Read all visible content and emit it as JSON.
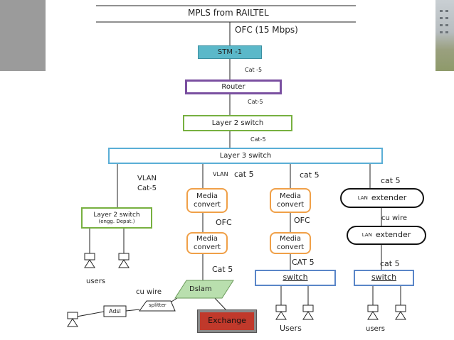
{
  "title": "MPLS from RAILTEL",
  "ofc_label": "OFC (15 Mbps)",
  "nodes": {
    "stm": "STM -1",
    "router": "Router",
    "layer2": "Layer 2 switch",
    "layer3": "Layer 3 switch",
    "layer2_small": "Layer 2 switch",
    "layer2_small_sub": "(engg. Depat.)",
    "media1": "Media convert",
    "media2": "Media convert",
    "media3": "Media convert",
    "media4": "Media convert",
    "lan_ext1": "extender",
    "lan_ext2": "extender",
    "lan_prefix": "LAN",
    "switch_mid": "switch",
    "switch_right": "switch",
    "dslam": "Dslam",
    "splitter": "splitter",
    "adsl": "Adsl",
    "exchange": "Exchange"
  },
  "links": {
    "cat5_a": "Cat -5",
    "cat5_b": "Cat-5",
    "cat5_c": "Cat-5",
    "vlan1": "VLAN",
    "vlan1_cat": "Cat-5",
    "vlan2": "VLAN",
    "vlan2_cat": "cat 5",
    "cat5_col3": "cat 5",
    "cat5_col4": "cat 5",
    "ofc_col2": "OFC",
    "ofc_col3": "OFC",
    "cu_wire_right": "cu wire",
    "cat5_col2_low": "Cat 5",
    "cat5_col3_low": "CAT 5",
    "cat5_col4_low": "cat 5",
    "cu_wire_left": "cu wire"
  },
  "users": {
    "left": "users",
    "mid": "Users",
    "right": "users"
  },
  "colors": {
    "stm": "#5bb8c9",
    "router": "#7a4fa0",
    "layer2": "#77b040",
    "layer3": "#5aaed6",
    "media": "#f0a048",
    "switch": "#5a86c8",
    "dslam": "#b9dfae",
    "exchange": "#c0392b"
  }
}
